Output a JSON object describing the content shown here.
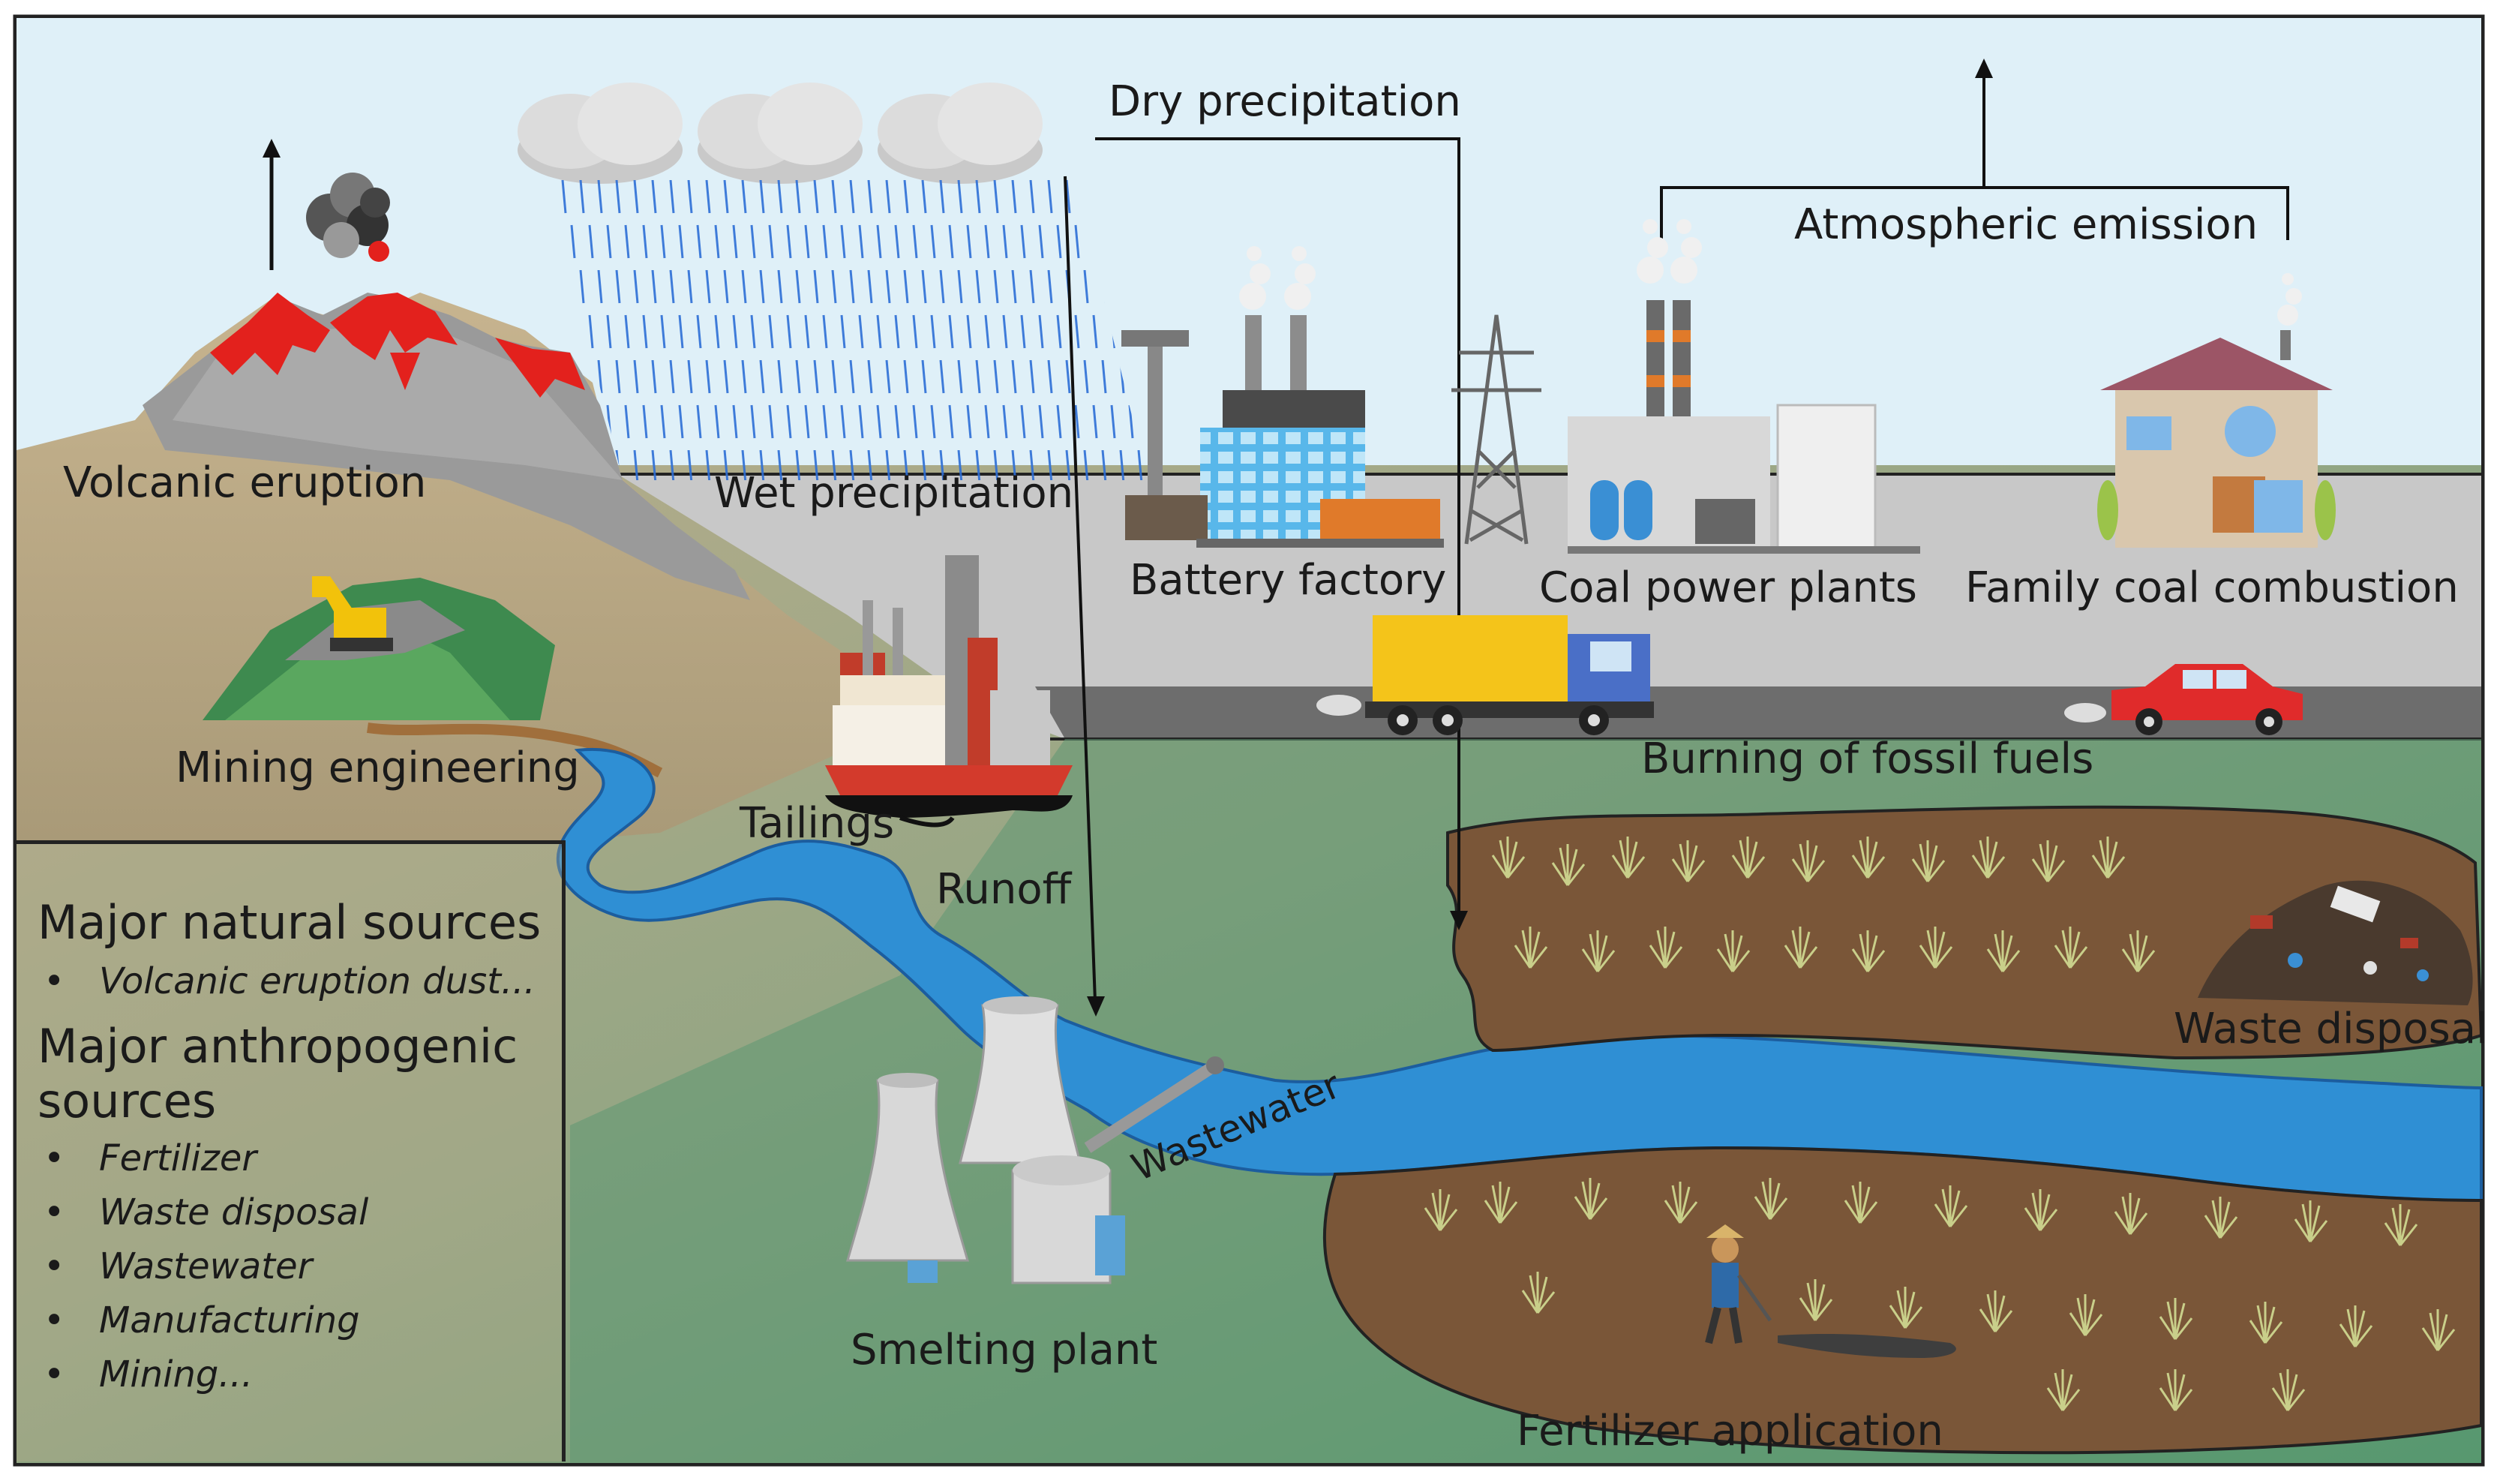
{
  "labels": {
    "dry_precipitation": "Dry precipitation",
    "atmospheric_emission": "Atmospheric emission",
    "volcanic_eruption": "Volcanic eruption",
    "wet_precipitation": "Wet precipitation",
    "battery_factory": "Battery factory",
    "coal_power_plants": "Coal power plants",
    "family_coal_combustion": "Family coal combustion",
    "mining_engineering": "Mining engineering",
    "burning_of_fossil_fuels": "Burning of fossil fuels",
    "tailings": "Tailings",
    "runoff": "Runoff",
    "waste_disposal": "Waste disposal",
    "wastewater": "Wastewater",
    "smelting_plant": "Smelting plant",
    "fertilizer_application": "Fertilizer application"
  },
  "legend": {
    "natural_title": "Major natural sources",
    "natural_items": [
      "Volcanic eruption dust..."
    ],
    "anthropogenic_title_line1": "Major anthropogenic",
    "anthropogenic_title_line2": "sources",
    "anthropogenic_items": [
      "Fertilizer",
      "Waste disposal",
      "Wastewater",
      "Manufacturing",
      "Mining..."
    ]
  },
  "colors": {
    "sky": "#dff0f8",
    "road": "#c8c8c8",
    "river": "#2f8fd4",
    "field": "#7a5638",
    "ground": "#6f9a6e",
    "lava": "#e3211d"
  }
}
